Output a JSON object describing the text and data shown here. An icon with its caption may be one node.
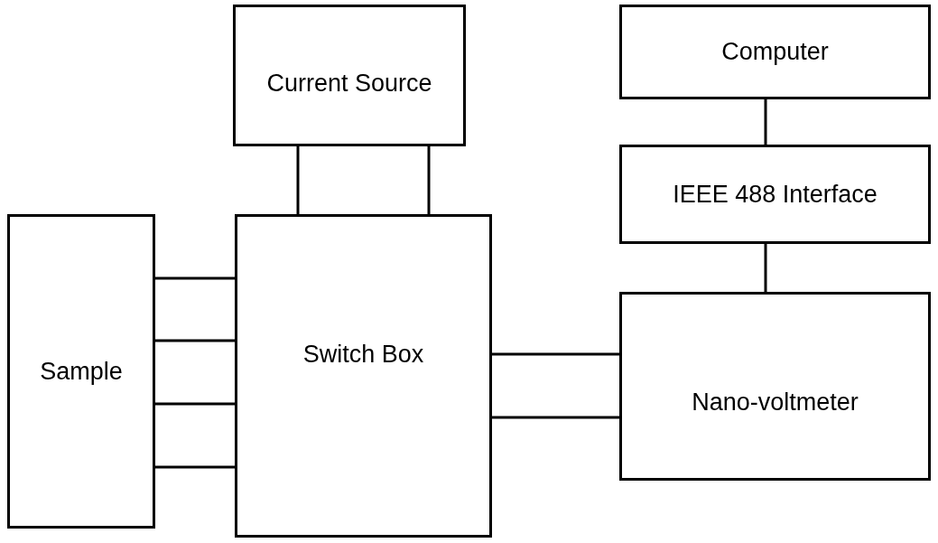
{
  "diagram": {
    "nodes": [
      {
        "text": [
          "Current Source"
        ]
      },
      {
        "text": [
          "Computer"
        ]
      },
      {
        "text": [
          "IEEE 488 Interface"
        ]
      },
      {
        "text": [
          "Sample"
        ]
      },
      {
        "text": [
          "Switch Box"
        ]
      },
      {
        "text": [
          "Nano-voltmeter"
        ]
      }
    ],
    "edges": [
      {
        "from": 0,
        "to": 4,
        "arrow": "none"
      },
      {
        "from": 0,
        "to": 4,
        "arrow": "none"
      },
      {
        "from": 1,
        "to": 2,
        "arrow": "none"
      },
      {
        "from": 2,
        "to": 5,
        "arrow": "none"
      },
      {
        "from": 3,
        "to": 4,
        "arrow": "none"
      },
      {
        "from": 3,
        "to": 4,
        "arrow": "none"
      },
      {
        "from": 3,
        "to": 4,
        "arrow": "none"
      },
      {
        "from": 3,
        "to": 4,
        "arrow": "none"
      },
      {
        "from": 4,
        "to": 5,
        "arrow": "none"
      },
      {
        "from": 4,
        "to": 5,
        "arrow": "none"
      }
    ]
  }
}
